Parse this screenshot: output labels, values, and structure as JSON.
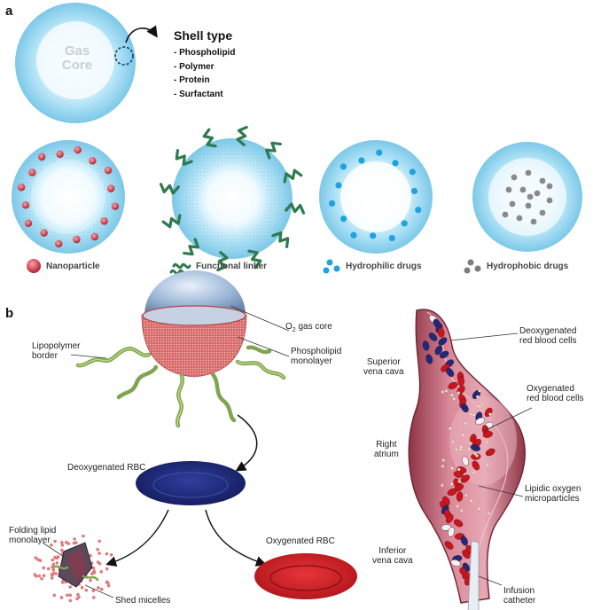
{
  "panel_a": {
    "label": "a",
    "core_label_line1": "Gas",
    "core_label_line2": "Core",
    "shell_title": "Shell type",
    "shell_items": [
      "- Phospholipid",
      "- Polymer",
      "- Protein",
      "- Surfactant"
    ],
    "legend": {
      "nanoparticle": "Nanoparticle",
      "functional_linker": "Functional linker",
      "hydrophilic": "Hydrophilic drugs",
      "hydrophobic": "Hydrophobic drugs"
    }
  },
  "panel_b": {
    "label": "b",
    "o2_core_prefix": "O",
    "o2_core_sub": "2",
    "o2_core_suffix": " gas core",
    "phospholipid_line1": "Phospholipid",
    "phospholipid_line2": "monolayer",
    "lipopolymer_line1": "Lipopolymer",
    "lipopolymer_line2": "border",
    "deoxy_rbc": "Deoxygenated RBC",
    "folding_line1": "Folding lipid",
    "folding_line2": "monolayer",
    "shed_micelles": "Shed micelles",
    "oxy_rbc": "Oxygenated RBC",
    "heart": {
      "deoxy_line1": "Deoxygenated",
      "deoxy_line2": "red blood cells",
      "superior_line1": "Superior",
      "superior_line2": "vena cava",
      "oxy_line1": "Oxygenated",
      "oxy_line2": "red blood cells",
      "atrium_line1": "Right",
      "atrium_line2": "atrium",
      "lipidic_line1": "Lipidic oxygen",
      "lipidic_line2": "microparticles",
      "inferior_line1": "Inferior",
      "inferior_line2": "vena cava",
      "infusion_line1": "Infusion",
      "infusion_line2": "catheter"
    }
  },
  "colors": {
    "shell_blue": "#8fd3ef",
    "core_light": "#eefaff",
    "nanoparticle": "#d9535f",
    "linker": "#2f7a4f",
    "hydrophilic": "#1fa3de",
    "hydrophobic": "#8a8a8a",
    "deoxy_rbc": "#1e2a7a",
    "oxy_rbc": "#d31e1e",
    "vessel": "#b8566a"
  }
}
